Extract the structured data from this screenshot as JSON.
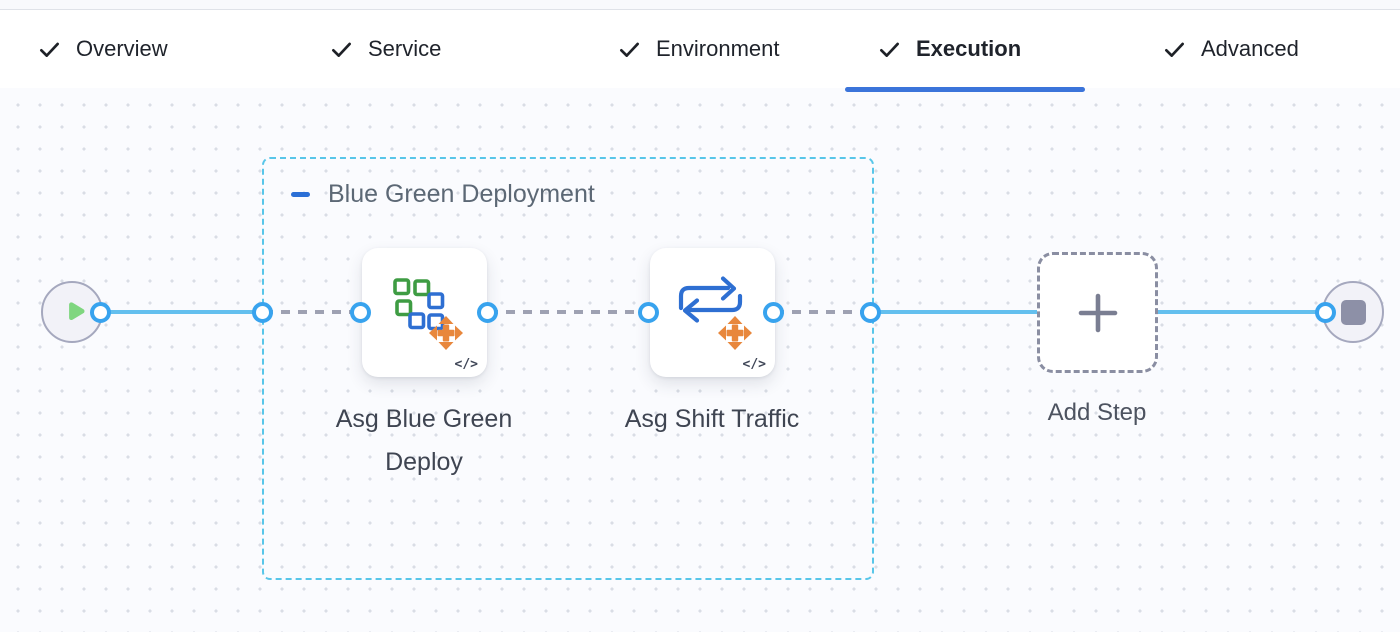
{
  "header": {
    "tabs": [
      {
        "label": "Overview",
        "state": "completed",
        "active": false
      },
      {
        "label": "Service",
        "state": "completed",
        "active": false
      },
      {
        "label": "Environment",
        "state": "completed",
        "active": false
      },
      {
        "label": "Execution",
        "state": "completed",
        "active": true
      },
      {
        "label": "Advanced",
        "state": "completed",
        "active": false
      }
    ]
  },
  "canvas": {
    "start_node": {
      "icon": "play-icon"
    },
    "end_node": {
      "icon": "stop-icon"
    },
    "group": {
      "title": "Blue Green Deployment",
      "collapse_icon": "minus-icon"
    },
    "steps": [
      {
        "name": "Asg Blue Green Deploy",
        "icon": "asg-blue-green-deploy-icon",
        "badge": "</>"
      },
      {
        "name": "Asg Shift Traffic",
        "icon": "asg-shift-traffic-icon",
        "badge": "</>"
      }
    ],
    "add_step": {
      "label": "Add Step",
      "icon": "plus-icon"
    }
  },
  "colors": {
    "active_tab_underline": "#3B74DA",
    "connector_blue": "#38A3EE",
    "flow_line_blue": "#63BFEE",
    "dashed_connector_gray": "#9EA1B2",
    "group_border_cyan": "#58C6E9",
    "collapse_minus_blue": "#2B6FD6",
    "play_green": "#7FD67F",
    "stop_gray": "#8D90A7",
    "step_icon_orange": "#E8873C",
    "step_icon_green": "#3E9C43",
    "step_icon_blue": "#2E6FD2"
  }
}
